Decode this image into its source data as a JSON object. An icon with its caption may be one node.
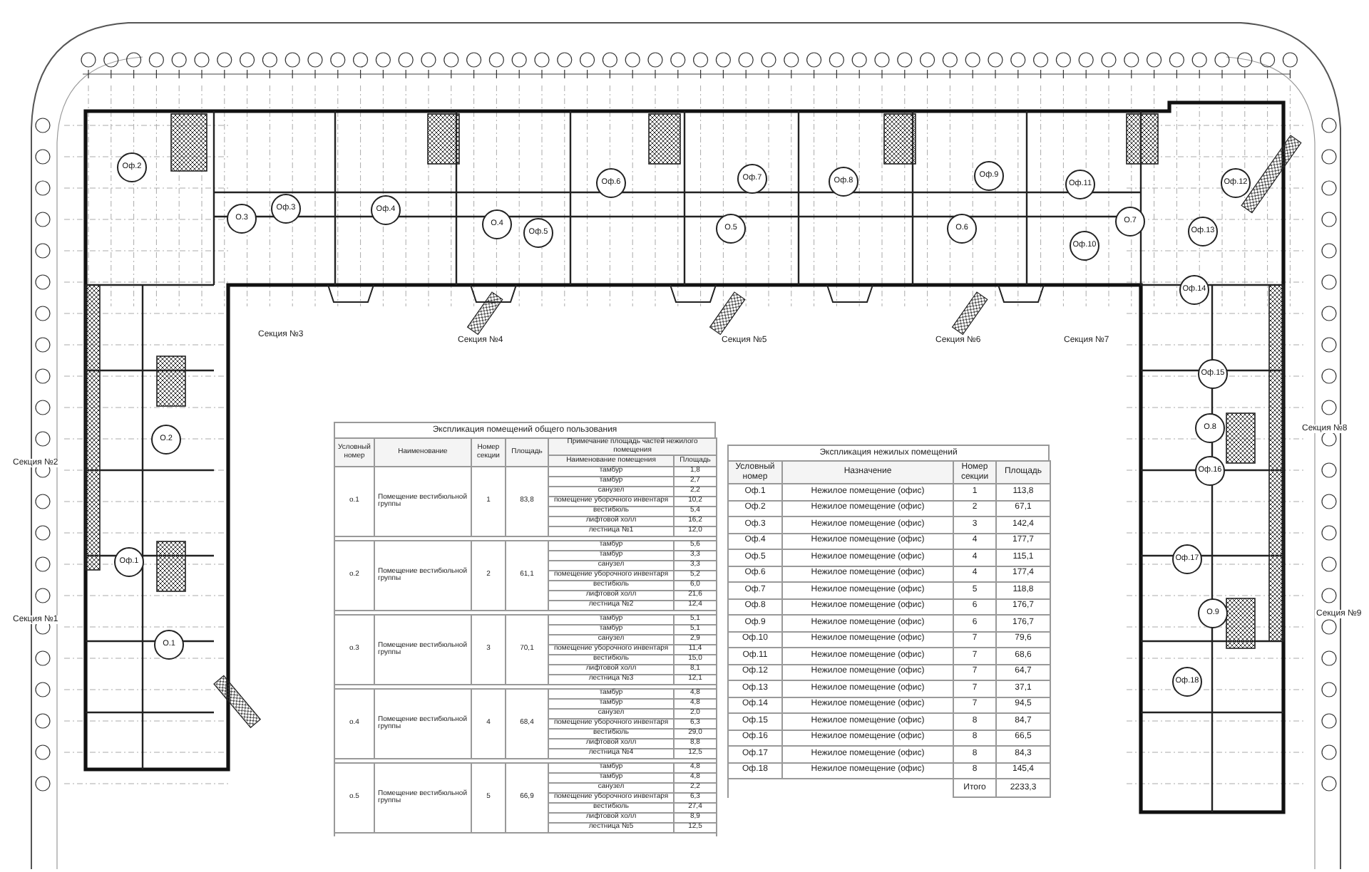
{
  "diagram": {
    "nodes": [
      {
        "text": [
          "Оф.2"
        ]
      },
      {
        "text": [
          "Оф.6"
        ]
      },
      {
        "text": [
          "Оф.7"
        ]
      },
      {
        "text": [
          "Оф.8"
        ]
      },
      {
        "text": [
          "Оф.9"
        ]
      },
      {
        "text": [
          "Оф.11"
        ]
      },
      {
        "text": [
          "Оф.12"
        ]
      },
      {
        "text": [
          "Оф.3"
        ]
      },
      {
        "text": [
          "О.3"
        ]
      },
      {
        "text": [
          "Оф.4"
        ]
      },
      {
        "text": [
          "О.4"
        ]
      },
      {
        "text": [
          "Оф.5"
        ]
      },
      {
        "text": [
          "О.5"
        ]
      },
      {
        "text": [
          "О.6"
        ]
      },
      {
        "text": [
          "О.7"
        ]
      },
      {
        "text": [
          "Оф.13"
        ]
      },
      {
        "text": [
          "Оф.10"
        ]
      },
      {
        "text": [
          "Оф.14"
        ]
      },
      {
        "text": [
          "Оф.15"
        ]
      },
      {
        "text": [
          "О.8"
        ]
      },
      {
        "text": [
          "О.2"
        ]
      },
      {
        "text": [
          "Оф.16"
        ]
      },
      {
        "text": [
          "Оф.1"
        ]
      },
      {
        "text": [
          "Оф.17"
        ]
      },
      {
        "text": [
          "О.9"
        ]
      },
      {
        "text": [
          "О.1"
        ]
      },
      {
        "text": [
          "Оф.18"
        ]
      }
    ],
    "labels": [
      "Секция №3",
      "Секция №4",
      "Секция №5",
      "Секция №6",
      "Секция №7",
      "Секция №2",
      "Секция №8",
      "Секция №1",
      "Секция №9",
      "Экспликация помещений общего пользования",
      "Условный номер",
      "Наименование",
      "Номер секции",
      "Площадь",
      "Примечание площадь частей нежилого помещения",
      "Наименование помещения",
      "Площадь",
      "о.1",
      "Помещение вестибюльной группы",
      "1",
      "83,8",
      "тамбур",
      "1,8",
      "тамбур",
      "2,7",
      "санузел",
      "2,2",
      "помещение уборочного инвентаря",
      "10,2",
      "вестибюль",
      "5,4",
      "лифтовой холл",
      "16,2",
      "лестница №1",
      "12,0",
      "о.2",
      "Помещение вестибюльной группы",
      "2",
      "61,1",
      "тамбур",
      "5,6",
      "тамбур",
      "3,3",
      "санузел",
      "3,3",
      "помещение уборочного инвентаря",
      "5,2",
      "вестибюль",
      "6,0",
      "лифтовой холл",
      "21,6",
      "лестница №2",
      "12,4",
      "о.3",
      "Помещение вестибюльной группы",
      "3",
      "70,1",
      "тамбур",
      "5,1",
      "тамбур",
      "5,1",
      "санузел",
      "2,9",
      "помещение уборочного инвентаря",
      "11,4",
      "вестибюль",
      "15,0",
      "лифтовой холл",
      "8,1",
      "лестница №3",
      "12,1",
      "о.4",
      "Помещение вестибюльной группы",
      "4",
      "68,4",
      "тамбур",
      "4,8",
      "тамбур",
      "4,8",
      "санузел",
      "2,0",
      "помещение уборочного инвентаря",
      "6,3",
      "вестибюль",
      "29,0",
      "лифтовой холл",
      "8,8",
      "лестница №4",
      "12,5",
      "о.5",
      "Помещение вестибюльной группы",
      "5",
      "66,9",
      "тамбур",
      "4,8",
      "тамбур",
      "4,8",
      "санузел",
      "2,2",
      "помещение уборочного инвентаря",
      "6,3",
      "вестибюль",
      "27,4",
      "лифтовой холл",
      "8,9",
      "лестница №5",
      "12,5",
      "Экспликация нежилых помещений",
      "Условный номер",
      "Назначение",
      "Номер секции",
      "Площадь",
      "Оф.1",
      "Нежилое помещение (офис)",
      "1",
      "113,8",
      "Оф.2",
      "Нежилое помещение (офис)",
      "2",
      "67,1",
      "Оф.3",
      "Нежилое помещение (офис)",
      "3",
      "142,4",
      "Оф.4",
      "Нежилое помещение (офис)",
      "4",
      "177,7",
      "Оф.5",
      "Нежилое помещение (офис)",
      "4",
      "115,1",
      "Оф.6",
      "Нежилое помещение (офис)",
      "4",
      "177,4",
      "Оф.7",
      "Нежилое помещение (офис)",
      "5",
      "118,8",
      "Оф.8",
      "Нежилое помещение (офис)",
      "6",
      "176,7",
      "Оф.9",
      "Нежилое помещение (офис)",
      "6",
      "176,7",
      "Оф.10",
      "Нежилое помещение (офис)",
      "7",
      "79,6",
      "Оф.11",
      "Нежилое помещение (офис)",
      "7",
      "68,6",
      "Оф.12",
      "Нежилое помещение (офис)",
      "7",
      "64,7",
      "Оф.13",
      "Нежилое помещение (офис)",
      "7",
      "37,1",
      "Оф.14",
      "Нежилое помещение (офис)",
      "7",
      "94,5",
      "Оф.15",
      "Нежилое помещение (офис)",
      "8",
      "84,7",
      "Оф.16",
      "Нежилое помещение (офис)",
      "8",
      "66,5",
      "Оф.17",
      "Нежилое помещение (офис)",
      "8",
      "84,3",
      "Оф.18",
      "Нежилое помещение (офис)",
      "8",
      "145,4",
      "Итого",
      "2233,3"
    ]
  }
}
